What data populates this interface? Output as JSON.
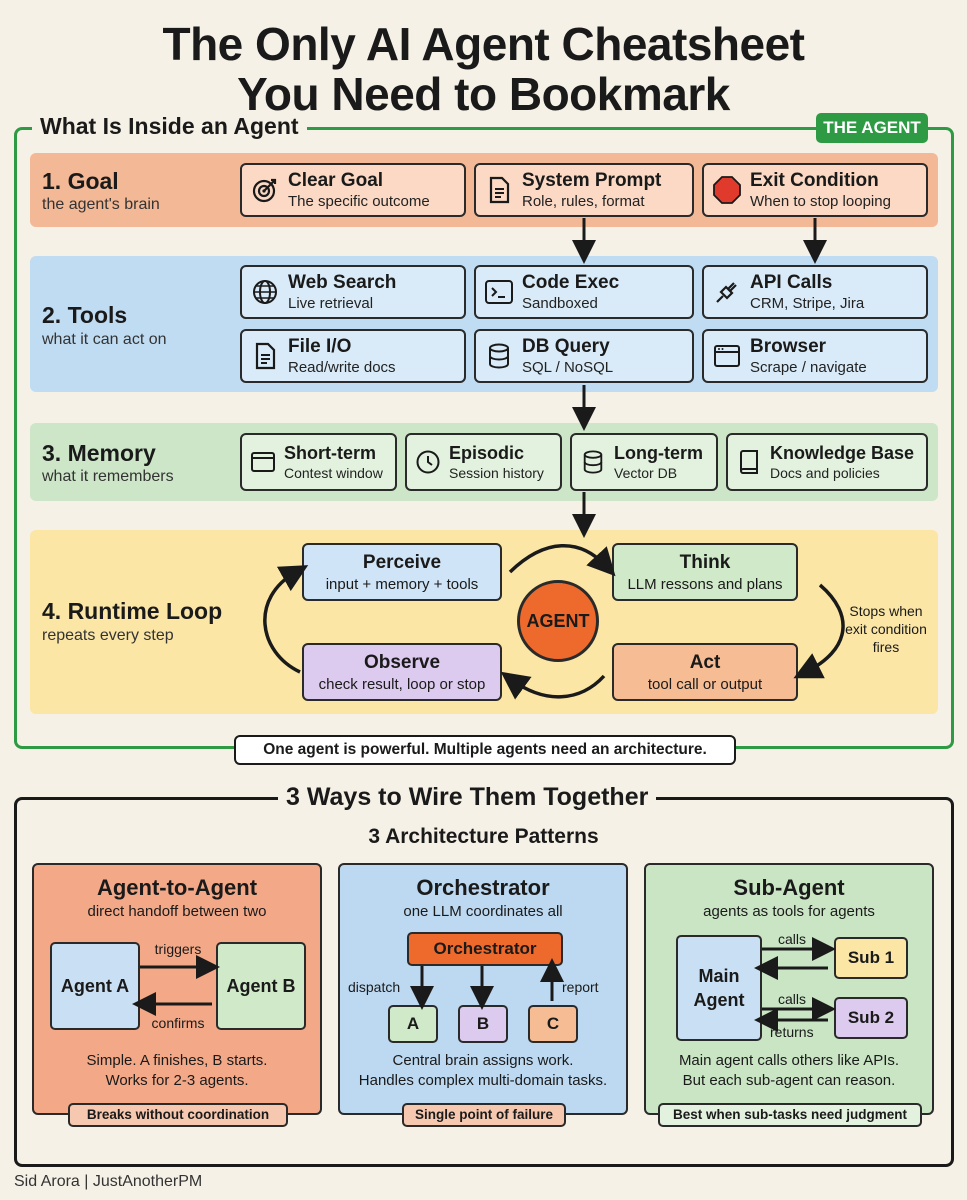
{
  "title": {
    "line1": "The Only AI Agent Cheatsheet",
    "line2": "You Need to Bookmark"
  },
  "agent_section": {
    "label": "What Is Inside an Agent",
    "badge": "THE AGENT",
    "goal": {
      "title": "1. Goal",
      "subtitle": "the agent's brain",
      "cards": [
        {
          "icon": "target-icon",
          "title": "Clear Goal",
          "desc": "The specific outcome"
        },
        {
          "icon": "document-icon",
          "title": "System Prompt",
          "desc": "Role, rules, format"
        },
        {
          "icon": "stop-sign-icon",
          "title": "Exit Condition",
          "desc": "When to stop looping"
        }
      ]
    },
    "tools": {
      "title": "2. Tools",
      "subtitle": "what it can act on",
      "cards": [
        {
          "icon": "globe-icon",
          "title": "Web Search",
          "desc": "Live retrieval"
        },
        {
          "icon": "terminal-icon",
          "title": "Code Exec",
          "desc": "Sandboxed"
        },
        {
          "icon": "plug-icon",
          "title": "API Calls",
          "desc": "CRM, Stripe, Jira"
        },
        {
          "icon": "file-icon",
          "title": "File I/O",
          "desc": "Read/write docs"
        },
        {
          "icon": "database-icon",
          "title": "DB Query",
          "desc": "SQL / NoSQL"
        },
        {
          "icon": "browser-window-icon",
          "title": "Browser",
          "desc": "Scrape / navigate"
        }
      ]
    },
    "memory": {
      "title": "3. Memory",
      "subtitle": "what it remembers",
      "cards": [
        {
          "icon": "window-icon",
          "title": "Short-term",
          "desc": "Contest window"
        },
        {
          "icon": "clock-icon",
          "title": "Episodic",
          "desc": "Session history"
        },
        {
          "icon": "database-icon",
          "title": "Long-term",
          "desc": "Vector DB"
        },
        {
          "icon": "book-icon",
          "title": "Knowledge Base",
          "desc": "Docs and policies"
        }
      ]
    },
    "loop": {
      "title": "4. Runtime Loop",
      "subtitle": "repeats every step",
      "center": "AGENT",
      "perceive": {
        "title": "Perceive",
        "desc": "input + memory + tools"
      },
      "think": {
        "title": "Think",
        "desc": "LLM ressons and plans"
      },
      "act": {
        "title": "Act",
        "desc": "tool call or output"
      },
      "observe": {
        "title": "Observe",
        "desc": "check result, loop or stop"
      },
      "stop_note": {
        "line1": "Stops when",
        "line2": "exit condition",
        "line3": "fires"
      }
    }
  },
  "bridge_text": "One agent is powerful. Multiple agents need an architecture.",
  "patterns_section": {
    "label": "3 Ways to Wire Them Together",
    "subtitle": "3 Architecture Patterns",
    "a2a": {
      "title": "Agent-to-Agent",
      "subtitle": "direct handoff between two",
      "node_a": "Agent A",
      "node_b": "Agent B",
      "arrow_top": "triggers",
      "arrow_bottom": "confirms",
      "desc1": "Simple. A finishes, B starts.",
      "desc2": "Works for 2-3 agents.",
      "warning": "Breaks without coordination"
    },
    "orch": {
      "title": "Orchestrator",
      "subtitle": "one LLM coordinates all",
      "node_main": "Orchestrator",
      "node_a": "A",
      "node_b": "B",
      "node_c": "C",
      "label_left": "dispatch",
      "label_right": "report",
      "desc1": "Central brain assigns work.",
      "desc2": "Handles complex multi-domain tasks.",
      "warning": "Single point of failure"
    },
    "sub": {
      "title": "Sub-Agent",
      "subtitle": "agents as tools for agents",
      "node_main_1": "Main",
      "node_main_2": "Agent",
      "sub1": "Sub 1",
      "sub2": "Sub 2",
      "label_calls1": "calls",
      "label_calls2": "calls",
      "label_returns": "returns",
      "desc1": "Main agent calls others like APIs.",
      "desc2": "But each sub-agent can reason.",
      "warning": "Best when sub-tasks need judgment"
    }
  },
  "footer": "Sid Arora | JustAnotherPM",
  "colors": {
    "green": "#2f9a44",
    "goal_band": "#f3b896",
    "tools_band": "#c0dcf2",
    "memory_band": "#cde6c8",
    "loop_band": "#fbe6a6",
    "agent": "#ee6a2c"
  }
}
